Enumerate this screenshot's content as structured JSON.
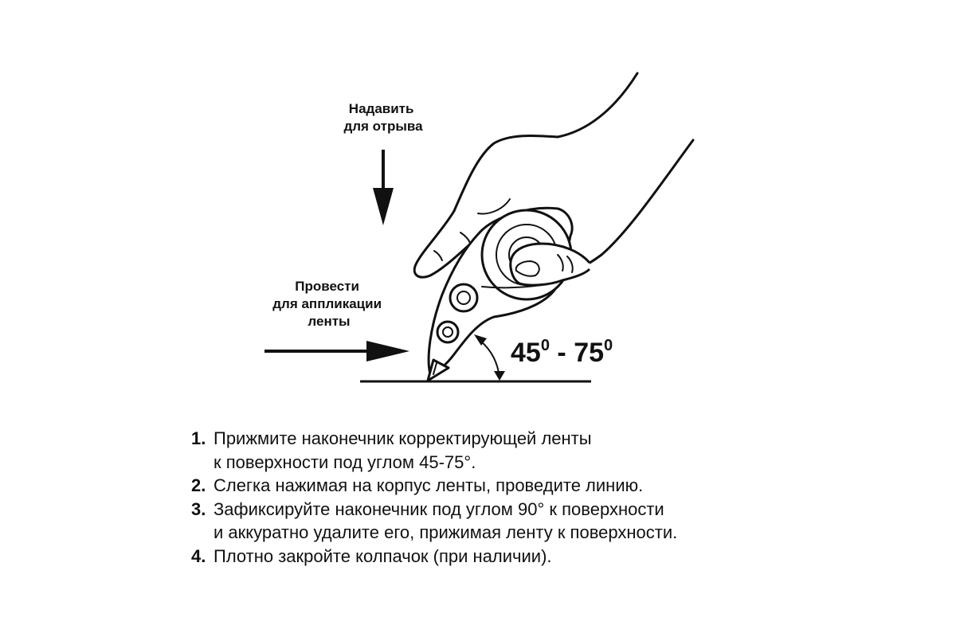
{
  "illustration": {
    "press_label": [
      "Надавить",
      "для отрыва"
    ],
    "drag_label": [
      "Провести",
      "для аппликации",
      "ленты"
    ],
    "angle": {
      "from": "45",
      "to": "75",
      "degree_mark": "0",
      "dash": "-"
    }
  },
  "steps": [
    {
      "number": "1.",
      "text": "Прижмите наконечник корректирующей ленты\nк поверхности под углом 45-75°."
    },
    {
      "number": "2.",
      "text": "Слегка нажимая на корпус ленты, проведите линию."
    },
    {
      "number": "3.",
      "text": "Зафиксируйте наконечник под углом 90° к поверхности\nи аккуратно удалите его, прижимая ленту к поверхности."
    },
    {
      "number": "4.",
      "text": "Плотно закройте колпачок (при наличии)."
    }
  ]
}
